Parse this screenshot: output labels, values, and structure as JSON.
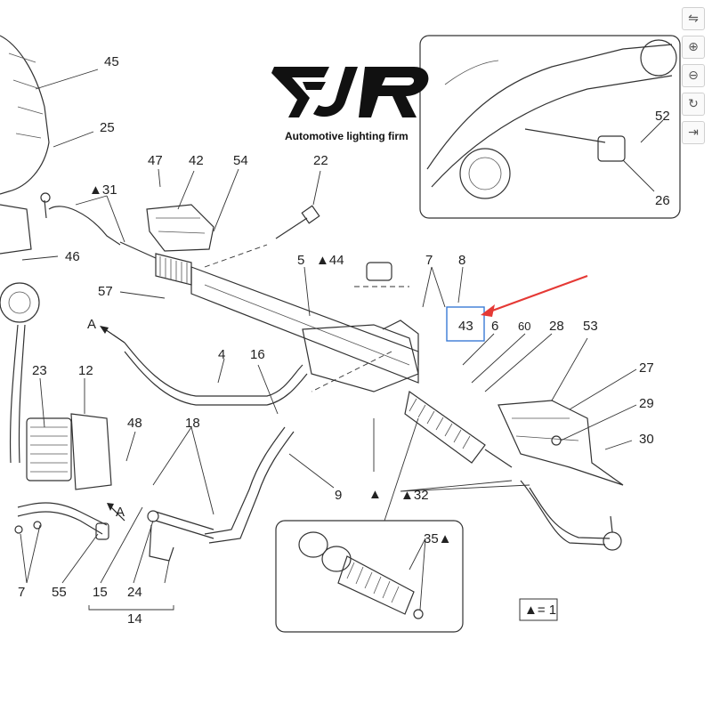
{
  "brand": {
    "logo_text": "FJR",
    "tagline": "Automotive lighting firm"
  },
  "toolbar": {
    "buttons": [
      {
        "icon": "swap-icon",
        "glyph": "⇋"
      },
      {
        "icon": "zoom-in-icon",
        "glyph": "⊕"
      },
      {
        "icon": "zoom-out-icon",
        "glyph": "⊖"
      },
      {
        "icon": "rotate-icon",
        "glyph": "↻"
      },
      {
        "icon": "fit-icon",
        "glyph": "⇥"
      }
    ]
  },
  "callouts": {
    "n45": "45",
    "n25": "25",
    "n47": "47",
    "n42": "42",
    "n54": "54",
    "n22": "22",
    "n31": "▲31",
    "n46": "46",
    "n57": "57",
    "n5": "5",
    "n44": "▲44",
    "n7a": "7",
    "n8": "8",
    "n43": "43",
    "n6": "6",
    "n60": "60",
    "n28": "28",
    "n53": "53",
    "n4": "4",
    "n16": "16",
    "n27": "27",
    "n29": "29",
    "n30": "30",
    "n23": "23",
    "n12": "12",
    "n48": "48",
    "n18": "18",
    "n9": "9",
    "n32": "▲32",
    "n35": "35▲",
    "n7b": "7",
    "n55": "55",
    "n15": "15",
    "n24": "24",
    "n14": "14",
    "n52": "52",
    "n26": "26",
    "arrowA1": "A",
    "arrowA2": "A",
    "marker": "▲"
  },
  "legend": {
    "text": "▲= 1"
  },
  "highlight": {
    "label": "43",
    "box_color": "#3a7bd5",
    "arrow_color": "#e53935"
  }
}
